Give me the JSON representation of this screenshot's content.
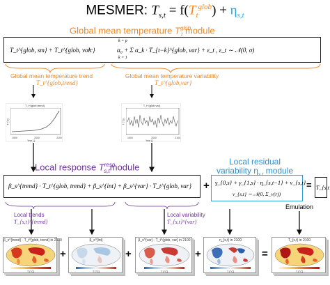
{
  "title": {
    "prefix": "MESMER: ",
    "eq": "T",
    "sub": "s,t",
    "equals": " = f(",
    "glob": "T",
    "glob_sup": "glob",
    "glob_sub": "t",
    "close": ")",
    "plus": " + ",
    "eta": "η",
    "eta_sub": "s,t"
  },
  "global_module": {
    "label": "Global mean temperature ",
    "sym": "T",
    "sup": "glob",
    "sub": "t",
    "suffix": " module",
    "box_left": "T_t^{glob, sm} + T_t^{glob, volc}",
    "box_plus": "+",
    "box_right": "α₀ + Σ α_k · T_{t−k}^{glob, var} + ε_t ,  ε_t ∼ 𝒩(0, σ)",
    "sum_top": "k = p",
    "sum_bot": "k = 1"
  },
  "trend": {
    "label": "Global mean temperature trend",
    "sym": "T_t^{glob,trend}"
  },
  "variability": {
    "label": "Global mean temperature variability",
    "sym": "T_t^{glob,var}"
  },
  "plot_trend": {
    "title": "T_t^{glob,trend}",
    "xlabel": "Year [-]",
    "ylabel": "T [°C]",
    "xticks": [
      "1900",
      "2000",
      "2100"
    ]
  },
  "plot_var": {
    "title": "T_t^{glob,var}",
    "xlabel": "Year [-]",
    "ylabel": "T [°C]",
    "xticks": [
      "1900",
      "2000",
      "2100"
    ]
  },
  "local_response": {
    "label": "Local response ",
    "sym": "T",
    "sup": "resp",
    "sub": "s,t",
    "suffix": "module",
    "eq": "β_s^{trend} · T_t^{glob, trend}   +   β_s^{int}   +   β_s^{var} · T_t^{glob, var}"
  },
  "plus_between": "+",
  "residual": {
    "label1": "Local residual",
    "label2": "variability η",
    "label2_sub": "s,t",
    "label2_suffix": " module",
    "eq1": "γ_{0,s} + γ_{1,s} · η_{s,t−1} + ν_{s,t}",
    "eq2": "ν_{s,t} ∼ 𝒩(0, Σ_ν(r))"
  },
  "equals_sign": "=",
  "output": {
    "sym": "T_{s,t}",
    "emulation": "Emulation"
  },
  "local_trends": {
    "label": "Local trends",
    "sym": "T_{s,t}^{trend}"
  },
  "local_variability": {
    "label": "Local variability",
    "sym": "T_{s,t}^{var}"
  },
  "maps": [
    {
      "title": "β_s^{trend} · T_t^{glob, trend} in 2100",
      "scale": "T [°C]",
      "ticks": [
        "0",
        "5",
        "10"
      ]
    },
    {
      "title": "β_s^{int}",
      "scale": "T [°C]",
      "ticks": [
        "-1.2",
        "-0.6",
        "0",
        "0.6",
        "1.2"
      ]
    },
    {
      "title": "β_s^{var} · T_t^{glob, var} in 2100",
      "scale": "T [°C]",
      "ticks": [
        "-1.2",
        "-0.6",
        "0",
        "0.6",
        "1.2"
      ]
    },
    {
      "title": "η_{s,t} in 2100",
      "scale": "T [°C]",
      "ticks": [
        "-1.2",
        "-0.6",
        "0",
        "0.6",
        "1.2"
      ]
    },
    {
      "title": "T_{s,t} in 2100",
      "scale": "T [°C]",
      "ticks": [
        "0",
        "5",
        "10"
      ]
    }
  ],
  "operators": [
    "+",
    "+",
    "+",
    "="
  ]
}
